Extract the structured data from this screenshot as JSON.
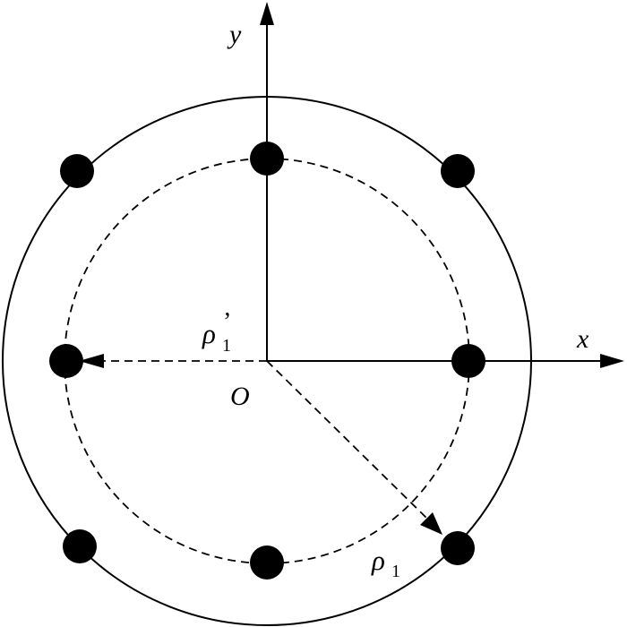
{
  "labels": {
    "axis_x": "x",
    "axis_y": "y",
    "origin": "O",
    "rho_prime_symbol": "ρ",
    "rho_prime_mark": "’",
    "rho_prime_subscript": "1",
    "rho_symbol": "ρ",
    "rho_subscript": "1"
  },
  "colors": {
    "line": "#000000",
    "background": "#ffffff"
  }
}
